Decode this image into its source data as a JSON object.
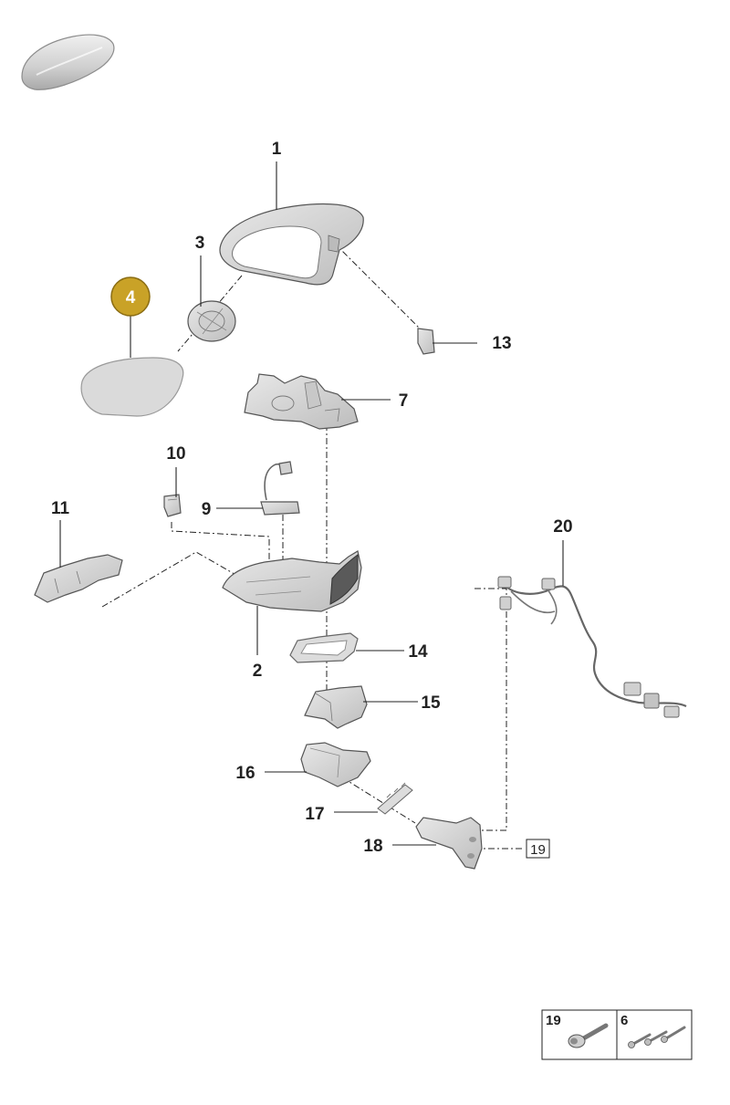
{
  "parts": [
    {
      "ref": "1"
    },
    {
      "ref": "2"
    },
    {
      "ref": "3"
    },
    {
      "ref": "4",
      "highlighted": true
    },
    {
      "ref": "7"
    },
    {
      "ref": "9"
    },
    {
      "ref": "10"
    },
    {
      "ref": "11"
    },
    {
      "ref": "13"
    },
    {
      "ref": "14"
    },
    {
      "ref": "15"
    },
    {
      "ref": "16"
    },
    {
      "ref": "17"
    },
    {
      "ref": "18"
    },
    {
      "ref": "19"
    },
    {
      "ref": "20"
    }
  ],
  "callout_ref": "19",
  "legend": [
    {
      "ref": "19",
      "icon": "bolt-icon"
    },
    {
      "ref": "6",
      "icon": "screws-icon"
    }
  ],
  "colors": {
    "highlight": "#c9a227",
    "part_fill": "#d7d7d7",
    "line": "#222222"
  }
}
